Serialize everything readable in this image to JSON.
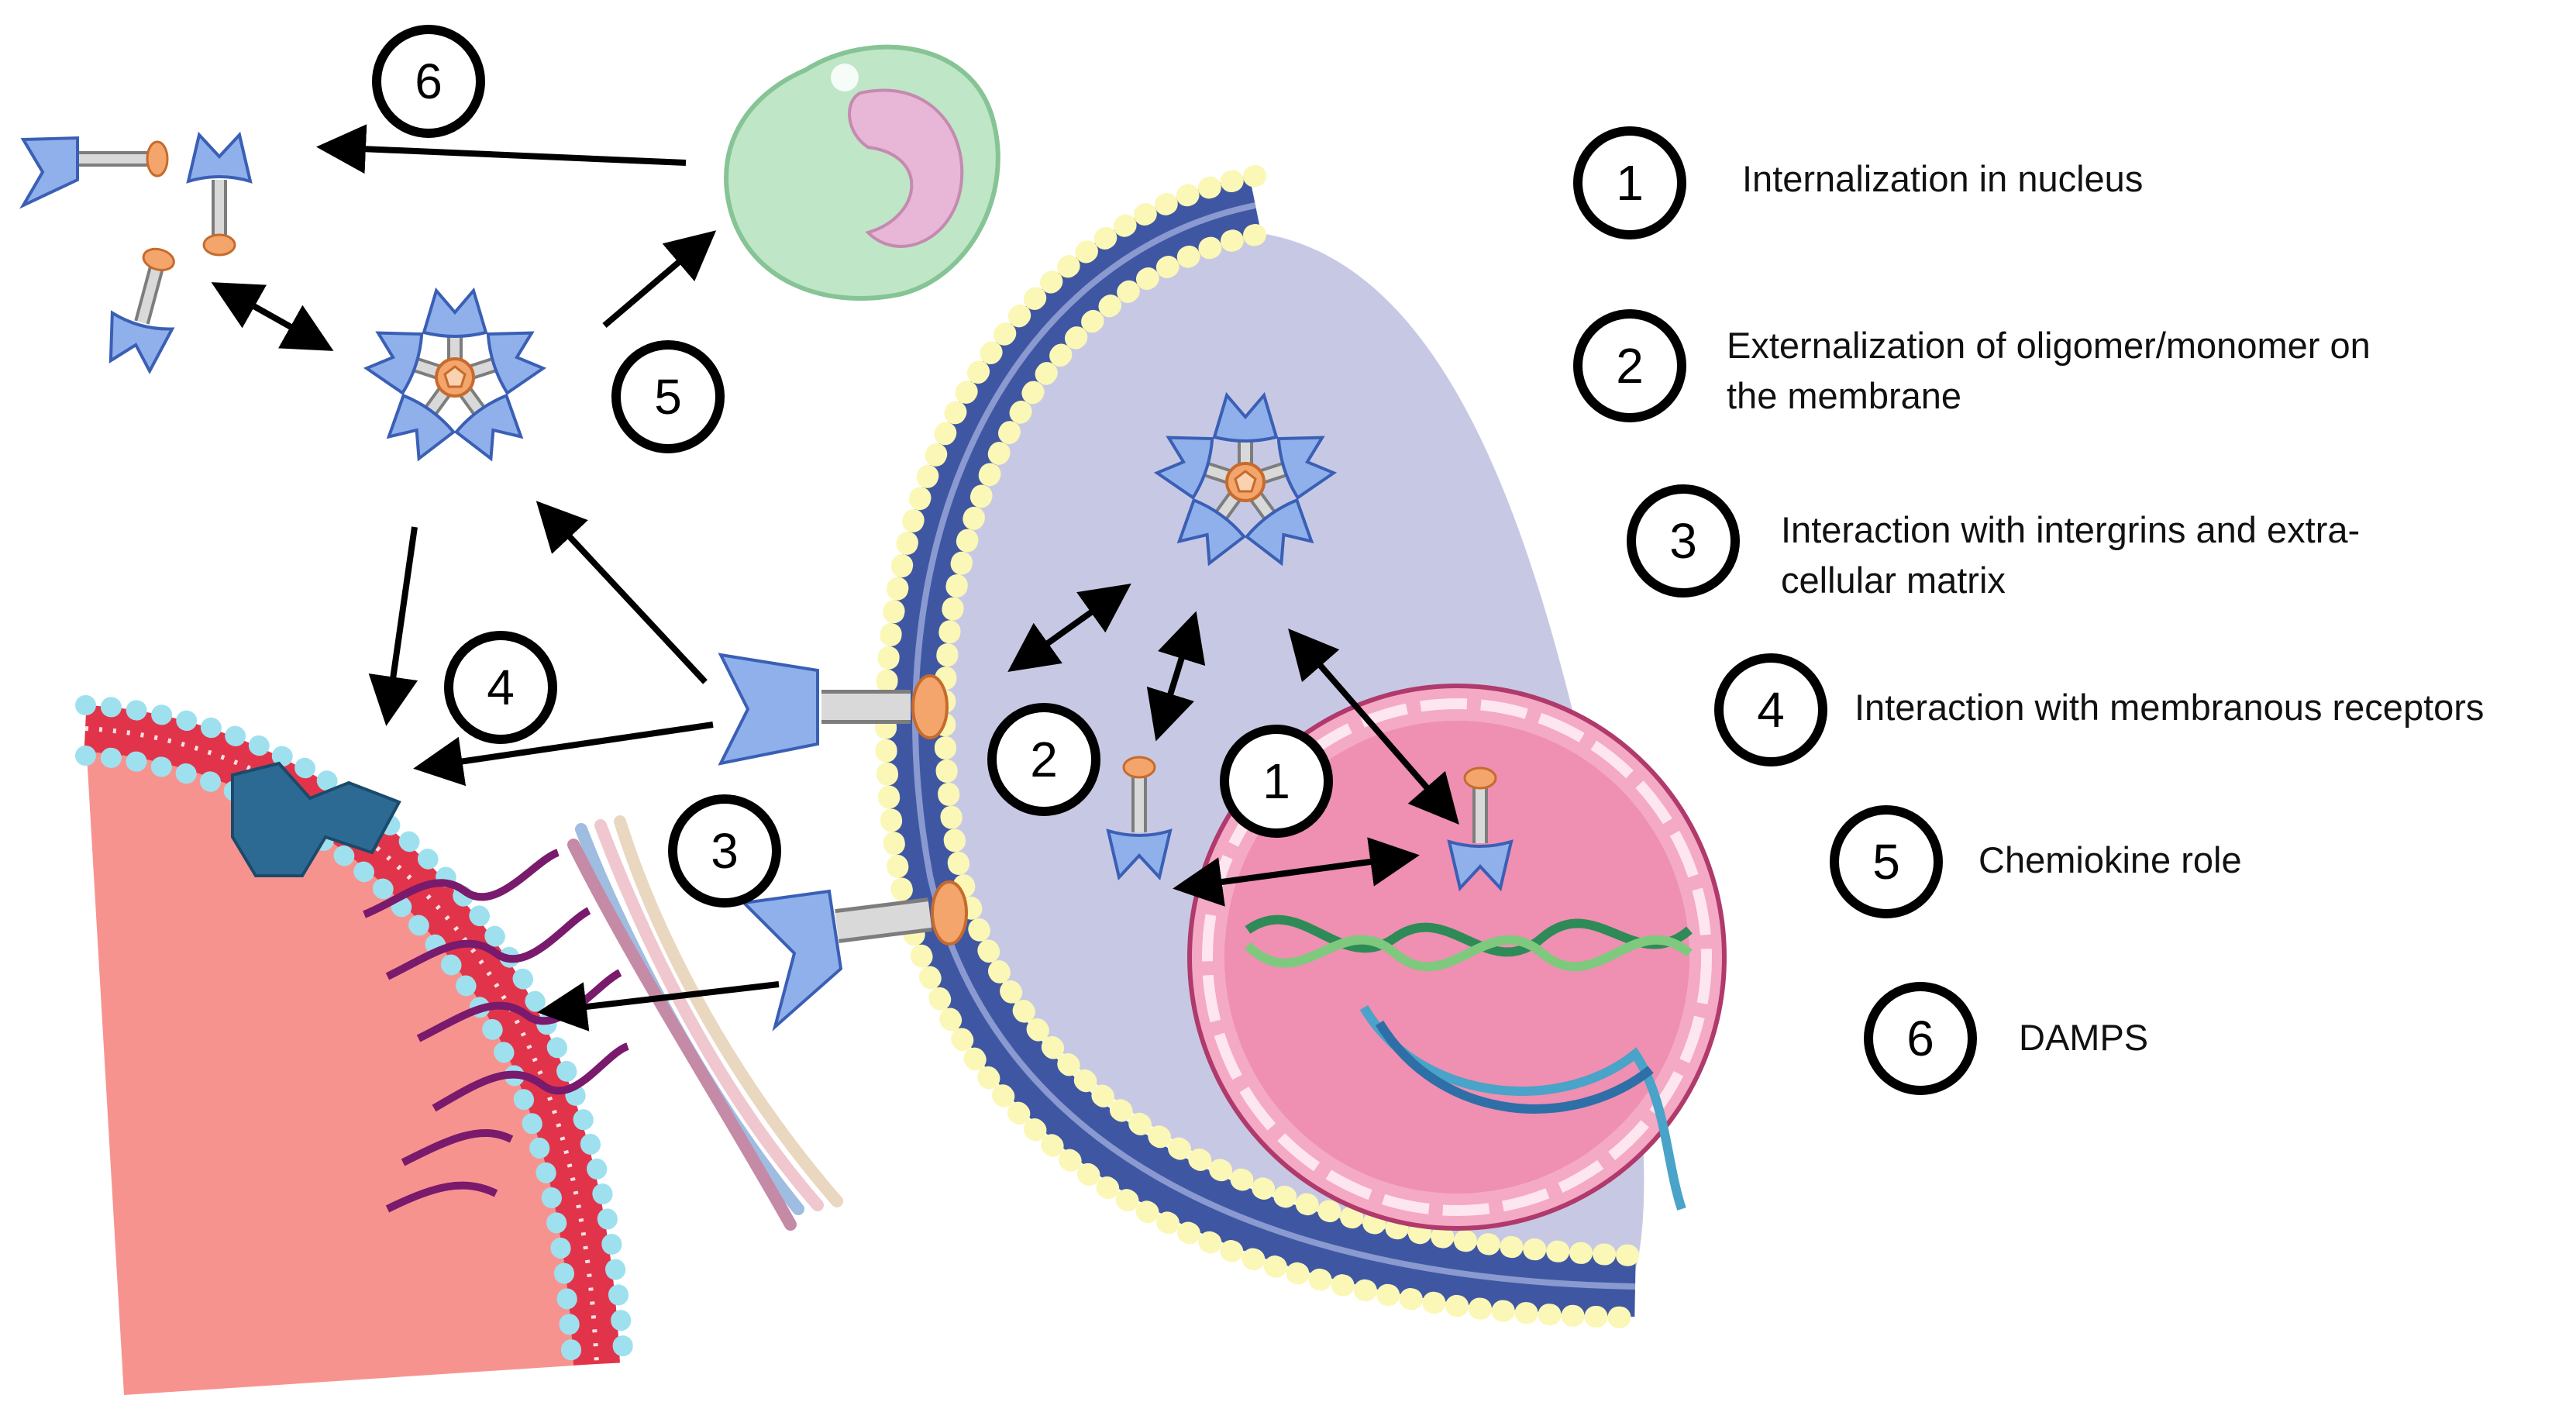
{
  "steps": [
    {
      "number": "1",
      "label_lines": [
        "Internalization in nucleus"
      ]
    },
    {
      "number": "2",
      "label_lines": [
        "Externalization of oligomer/monomer on",
        "the membrane"
      ]
    },
    {
      "number": "3",
      "label_lines": [
        "Interaction with intergrins and extra-",
        "cellular matrix"
      ]
    },
    {
      "number": "4",
      "label_lines": [
        "Interaction with membranous receptors"
      ]
    },
    {
      "number": "5",
      "label_lines": [
        "Chemiokine role"
      ]
    },
    {
      "number": "6",
      "label_lines": [
        "DAMPS"
      ]
    }
  ],
  "colors": {
    "receptor": "#8fb0ea",
    "stalk_head": "#f4a56c",
    "cell_interior": "#c7c9e4",
    "membrane_head": "#fbf7b6",
    "membrane_tail": "#3f57a3",
    "nucleus": "#ef8fb1",
    "target_cell": "#f7938f",
    "target_membrane": "#e1344a",
    "target_head": "#9fe0ef",
    "immune_cell": "#bfe6c6",
    "immune_nucleus": "#e8b6d6",
    "integrin": "#2d6a93",
    "ecm_chain": "#7a1a6c"
  }
}
